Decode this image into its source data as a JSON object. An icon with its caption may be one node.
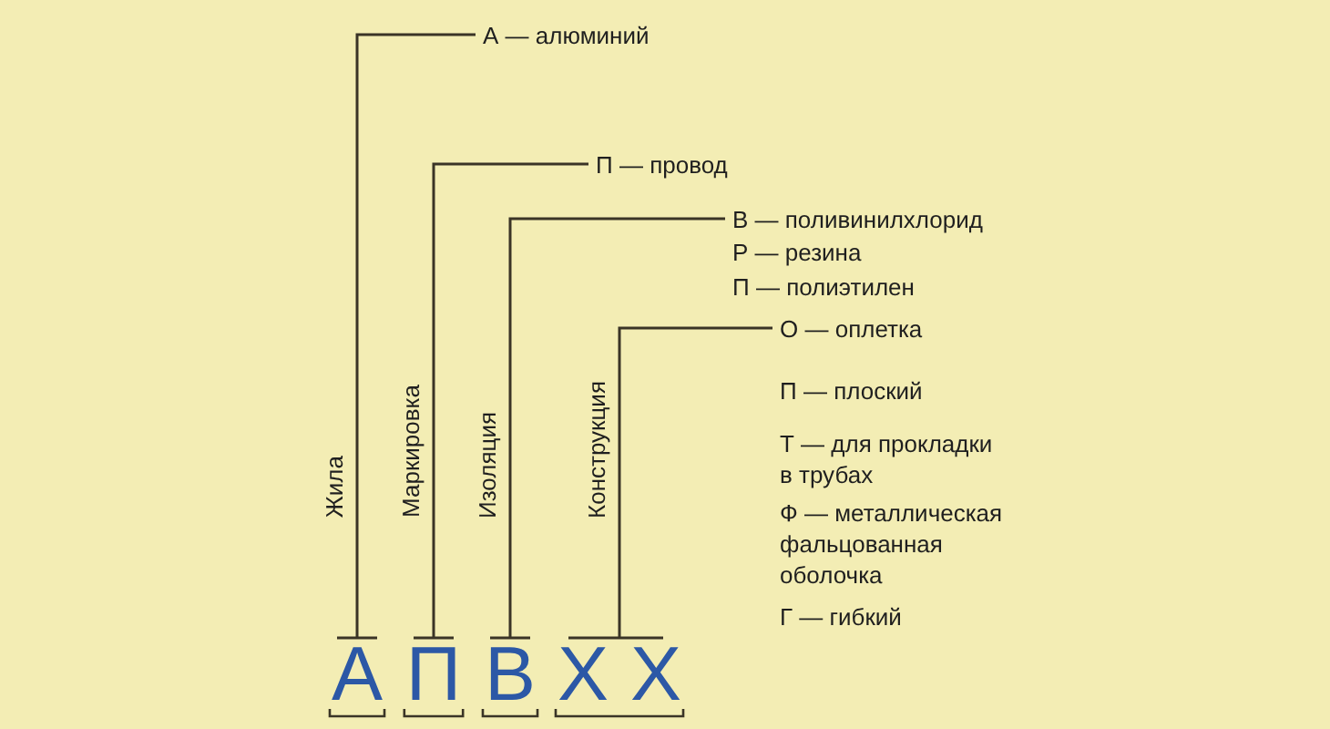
{
  "diagram": {
    "nodes": [
      {
        "text": [
          "А — алюминий"
        ]
      },
      {
        "text": [
          "П — провод"
        ]
      },
      {
        "text": [
          "В — поливинилхлорид",
          "Р — резина",
          "П — полиэтилен"
        ]
      },
      {
        "text": [
          "О — оплетка",
          "П — плоский",
          "Т — для прокладки в трубах",
          "Ф — металлическая фальцованная оболочка",
          "Г — гибкий"
        ]
      },
      {
        "text": [
          "А"
        ]
      },
      {
        "text": [
          "П"
        ]
      },
      {
        "text": [
          "В"
        ]
      },
      {
        "text": [
          "Х"
        ]
      },
      {
        "text": [
          "Х"
        ]
      }
    ],
    "edges": [
      {
        "from": 4,
        "to": 0,
        "arrow": "none",
        "label": "Жила"
      },
      {
        "from": 5,
        "to": 1,
        "arrow": "none",
        "label": "Маркировка"
      },
      {
        "from": 6,
        "to": 2,
        "arrow": "none",
        "label": "Изоляция"
      },
      {
        "from": 7,
        "to": 3,
        "arrow": "none",
        "label": "Конструкция"
      },
      {
        "from": 8,
        "to": 3,
        "arrow": "none"
      }
    ]
  }
}
